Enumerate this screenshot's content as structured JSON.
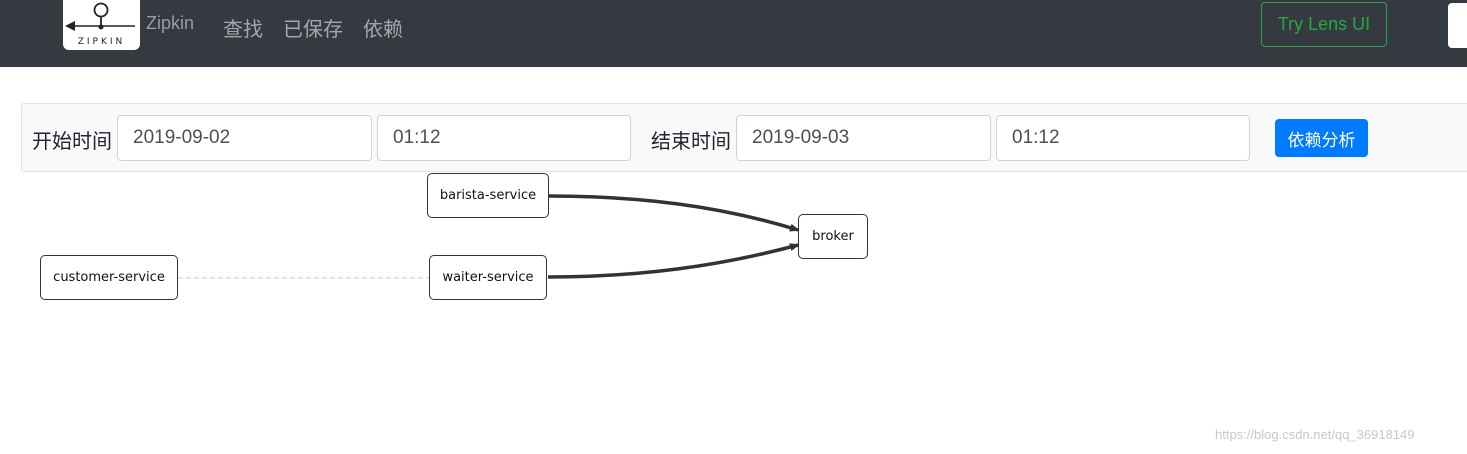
{
  "navbar": {
    "logo_text": "ZIPKIN",
    "brand": "Zipkin",
    "items": [
      {
        "label": "查找"
      },
      {
        "label": "已保存"
      },
      {
        "label": "依赖"
      }
    ],
    "lens_button": "Try Lens UI"
  },
  "filter": {
    "start_label": "开始时间",
    "start_date": "2019-09-02",
    "start_time": "01:12",
    "end_label": "结束时间",
    "end_date": "2019-09-03",
    "end_time": "01:12",
    "analyze_button": "依赖分析"
  },
  "graph": {
    "nodes": [
      "barista-service",
      "customer-service",
      "waiter-service",
      "broker"
    ],
    "edges": [
      {
        "from": "barista-service",
        "to": "broker"
      },
      {
        "from": "waiter-service",
        "to": "broker"
      },
      {
        "from": "customer-service",
        "to": "waiter-service"
      }
    ]
  },
  "watermark": "https://blog.csdn.net/qq_36918149",
  "colors": {
    "navbar_bg": "#343a40",
    "lens_green": "#28a745",
    "primary_blue": "#007bff"
  }
}
